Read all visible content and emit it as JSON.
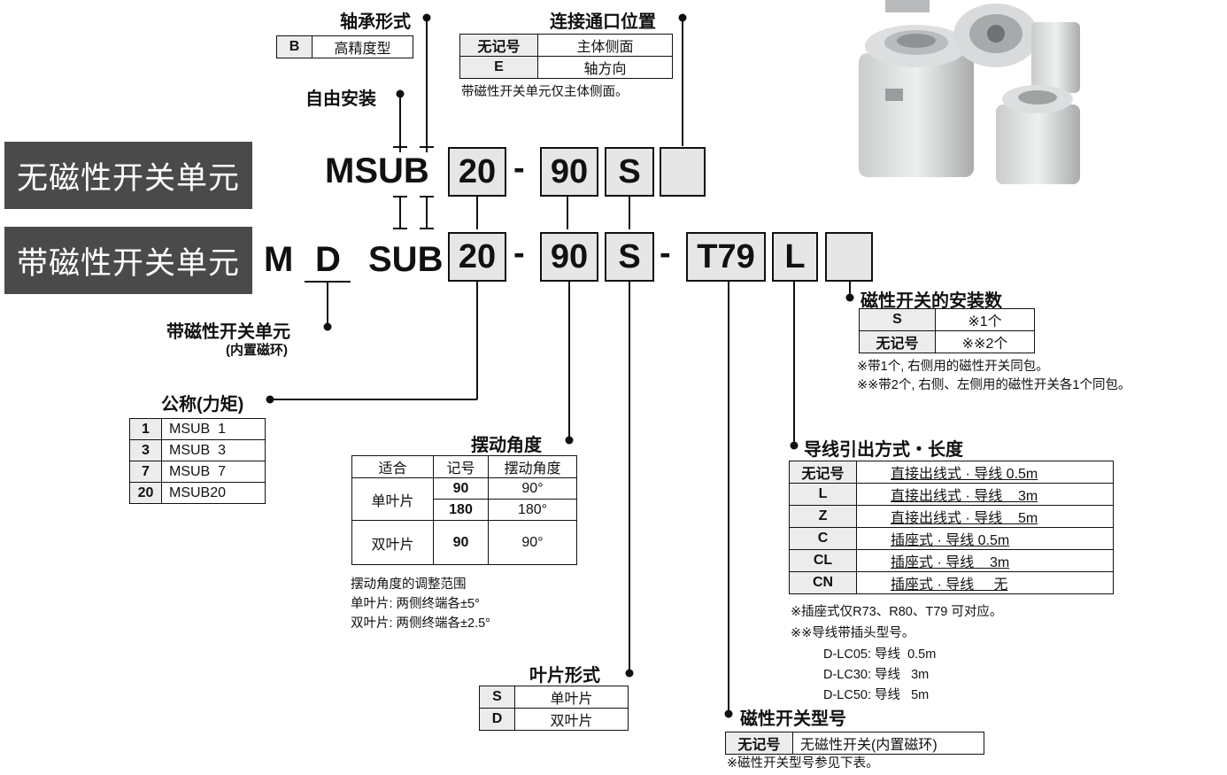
{
  "row_labels": {
    "no_switch": "无磁性开关单元",
    "with_switch": "带磁性开关单元"
  },
  "model_row1": {
    "prefix": "MSUB",
    "size": "20",
    "dash": "-",
    "angle": "90",
    "vane": "S"
  },
  "model_row2": {
    "m": "M",
    "d": "D",
    "sub": "SUB",
    "size": "20",
    "dash1": "-",
    "angle": "90",
    "vane": "S",
    "dash2": "-",
    "switch": "T79",
    "lead": "L"
  },
  "bearing": {
    "title": "轴承形式",
    "rows": [
      [
        "B",
        "高精度型"
      ]
    ]
  },
  "port": {
    "title": "连接通口位置",
    "rows": [
      [
        "无记号",
        "主体侧面"
      ],
      [
        "E",
        "轴方向"
      ]
    ],
    "note": "带磁性开关单元仅主体侧面。"
  },
  "free_mount": {
    "title": "自由安装"
  },
  "with_switch_unit": {
    "title": "带磁性开关单元",
    "sub": "(内置磁环)"
  },
  "size_table": {
    "title": "公称(力矩)",
    "rows": [
      [
        "1",
        "MSUB  1"
      ],
      [
        "3",
        "MSUB  3"
      ],
      [
        "7",
        "MSUB  7"
      ],
      [
        "20",
        "MSUB20"
      ]
    ]
  },
  "angle_table": {
    "title": "摆动角度",
    "headers": [
      "适合",
      "记号",
      "摆动角度"
    ],
    "single": "单叶片",
    "double": "双叶片",
    "rows": [
      [
        "90",
        "90°"
      ],
      [
        "180",
        "180°"
      ],
      [
        "90",
        "90°"
      ]
    ],
    "notes": [
      "摆动角度的调整范围",
      "单叶片: 两侧终端各±5°",
      "双叶片: 两侧终端各±2.5°"
    ]
  },
  "vane_table": {
    "title": "叶片形式",
    "rows": [
      [
        "S",
        "单叶片"
      ],
      [
        "D",
        "双叶片"
      ]
    ]
  },
  "switch_count": {
    "title": "磁性开关的安装数",
    "rows": [
      [
        "S",
        "※1个"
      ],
      [
        "无记号",
        "※※2个"
      ]
    ],
    "notes": [
      "※带1个, 右侧用的磁性开关同包。",
      "※※带2个, 右侧、左侧用的磁性开关各1个同包。"
    ]
  },
  "lead_table": {
    "title": "导线引出方式・长度",
    "rows": [
      [
        "无记号",
        "直接出线式 · 导线 0.5m"
      ],
      [
        "L",
        "直接出线式 · 导线    3m"
      ],
      [
        "Z",
        "直接出线式 · 导线    5m"
      ],
      [
        "C",
        "插座式 · 导线 0.5m"
      ],
      [
        "CL",
        "插座式 · 导线    3m"
      ],
      [
        "CN",
        "插座式 · 导线     无"
      ]
    ],
    "notes": [
      "※插座式仅R73、R80、T79 可对应。",
      "※※导线带插头型号。",
      "D-LC05: 导线  0.5m",
      "D-LC30: 导线   3m",
      "D-LC50: 导线   5m"
    ]
  },
  "switch_model": {
    "title": "磁性开关型号",
    "rows": [
      [
        "无记号",
        "无磁性开关(内置磁环)"
      ]
    ],
    "note": "※磁性开关型号参见下表。"
  }
}
